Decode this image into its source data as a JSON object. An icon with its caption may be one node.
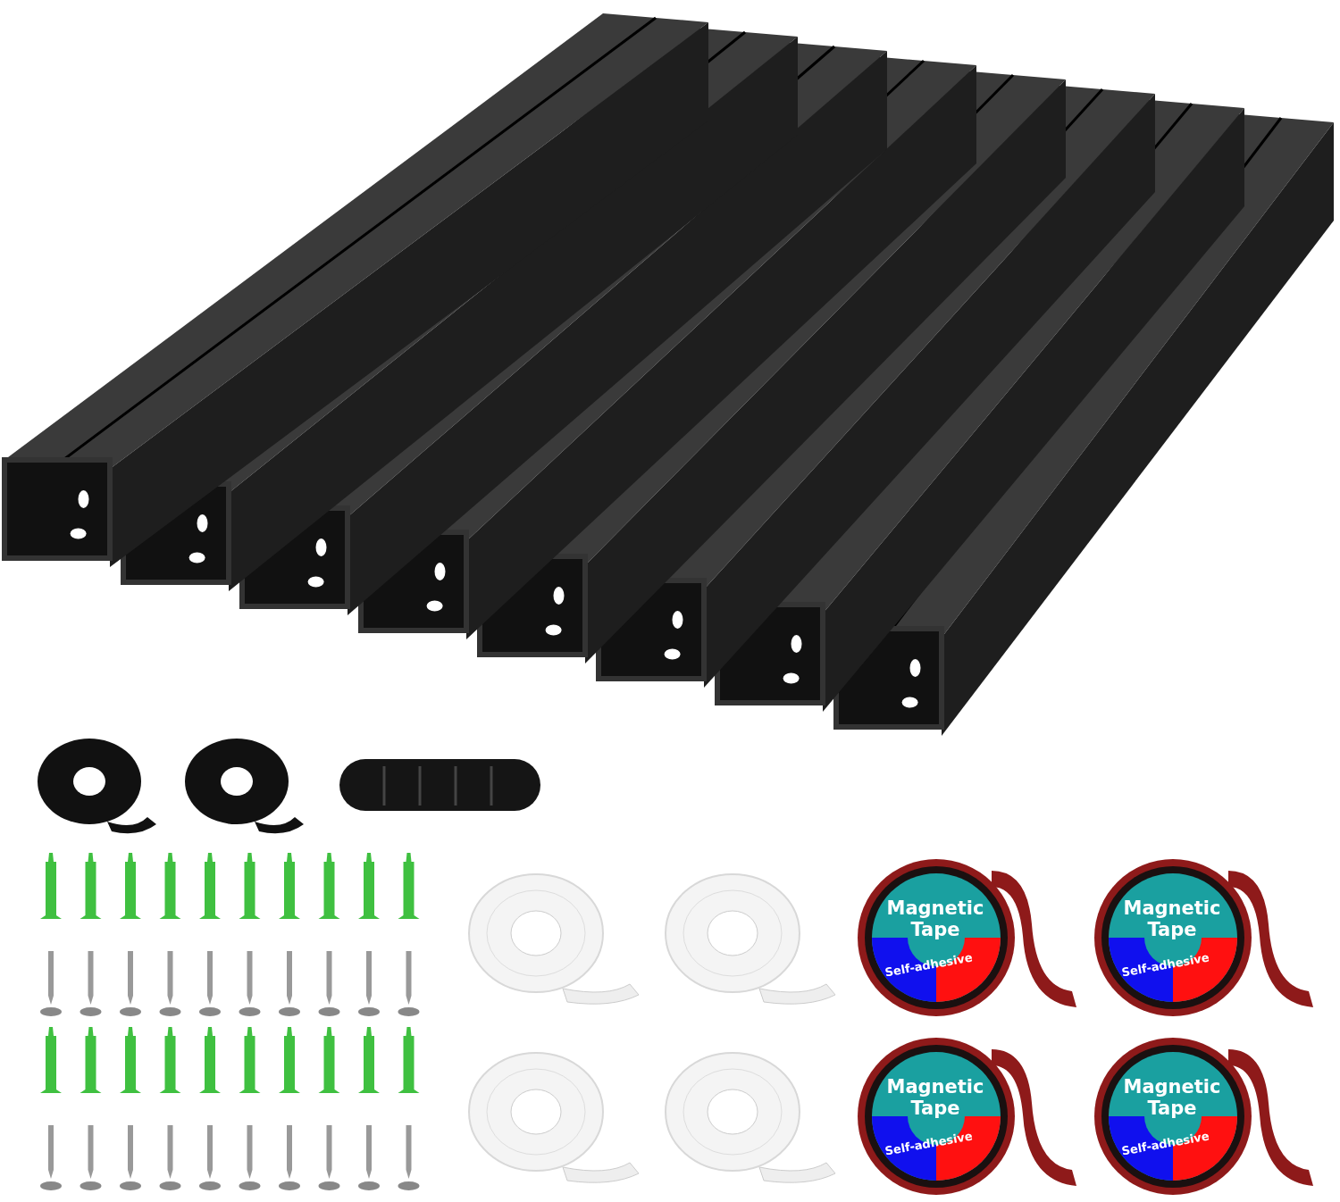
{
  "diagram": {
    "nodes": [
      {
        "text": [
          "Magnetic Tape",
          "Self-adhesive"
        ]
      },
      {
        "text": [
          "Magnetic Tape",
          "Self-adhesive"
        ]
      },
      {
        "text": [
          "Magnetic Tape",
          "Self-adhesive"
        ]
      },
      {
        "text": [
          "Magnetic Tape",
          "Self-adhesive"
        ]
      }
    ],
    "edges": []
  }
}
